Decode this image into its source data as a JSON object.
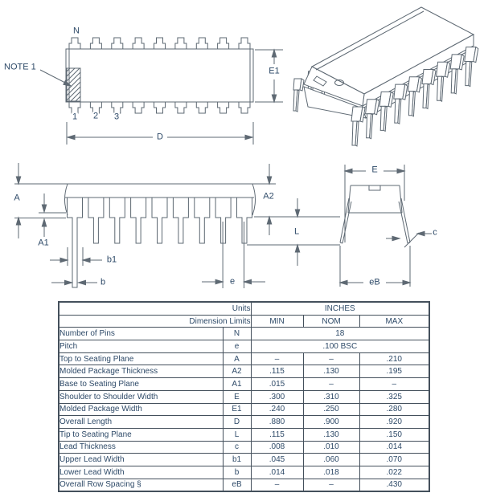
{
  "colors": {
    "ink": "#2e4a68",
    "line": "#5e6973",
    "table_border": "#44505c"
  },
  "drawing_labels": {
    "top_view": {
      "n": "N",
      "note1": "NOTE 1",
      "pin_1": "1",
      "pin_2": "2",
      "pin_3": "3",
      "dim_e1": "E1",
      "dim_d": "D"
    },
    "side_view": {
      "dim_a": "A",
      "dim_a1": "A1",
      "dim_a2": "A2",
      "dim_l": "L",
      "dim_b1": "b1",
      "dim_b": "b",
      "dim_e": "e"
    },
    "end_view": {
      "dim_e": "E",
      "dim_c": "c",
      "dim_eb": "eB"
    }
  },
  "table": {
    "header": {
      "units_label": "Units",
      "units_value": "INCHES",
      "limits_label": "Dimension Limits",
      "min": "MIN",
      "nom": "NOM",
      "max": "MAX"
    },
    "rows": [
      {
        "name": "Number of Pins",
        "symbol": "N",
        "span_value": "18"
      },
      {
        "name": "Pitch",
        "symbol": "e",
        "span_value": ".100 BSC"
      },
      {
        "name": "Top to Seating Plane",
        "symbol": "A",
        "min": "–",
        "nom": "–",
        "max": ".210"
      },
      {
        "name": "Molded Package Thickness",
        "symbol": "A2",
        "min": ".115",
        "nom": ".130",
        "max": ".195"
      },
      {
        "name": "Base to Seating Plane",
        "symbol": "A1",
        "min": ".015",
        "nom": "–",
        "max": "–"
      },
      {
        "name": "Shoulder to Shoulder Width",
        "symbol": "E",
        "min": ".300",
        "nom": ".310",
        "max": ".325"
      },
      {
        "name": "Molded Package Width",
        "symbol": "E1",
        "min": ".240",
        "nom": ".250",
        "max": ".280"
      },
      {
        "name": "Overall Length",
        "symbol": "D",
        "min": ".880",
        "nom": ".900",
        "max": ".920"
      },
      {
        "name": "Tip to Seating Plane",
        "symbol": "L",
        "min": ".115",
        "nom": ".130",
        "max": ".150"
      },
      {
        "name": "Lead Thickness",
        "symbol": "c",
        "min": ".008",
        "nom": ".010",
        "max": ".014"
      },
      {
        "name": "Upper Lead Width",
        "symbol": "b1",
        "min": ".045",
        "nom": ".060",
        "max": ".070"
      },
      {
        "name": "Lower Lead Width",
        "symbol": "b",
        "min": ".014",
        "nom": ".018",
        "max": ".022"
      },
      {
        "name": "Overall Row Spacing  §",
        "symbol": "eB",
        "min": "–",
        "nom": "–",
        "max": ".430"
      }
    ]
  }
}
